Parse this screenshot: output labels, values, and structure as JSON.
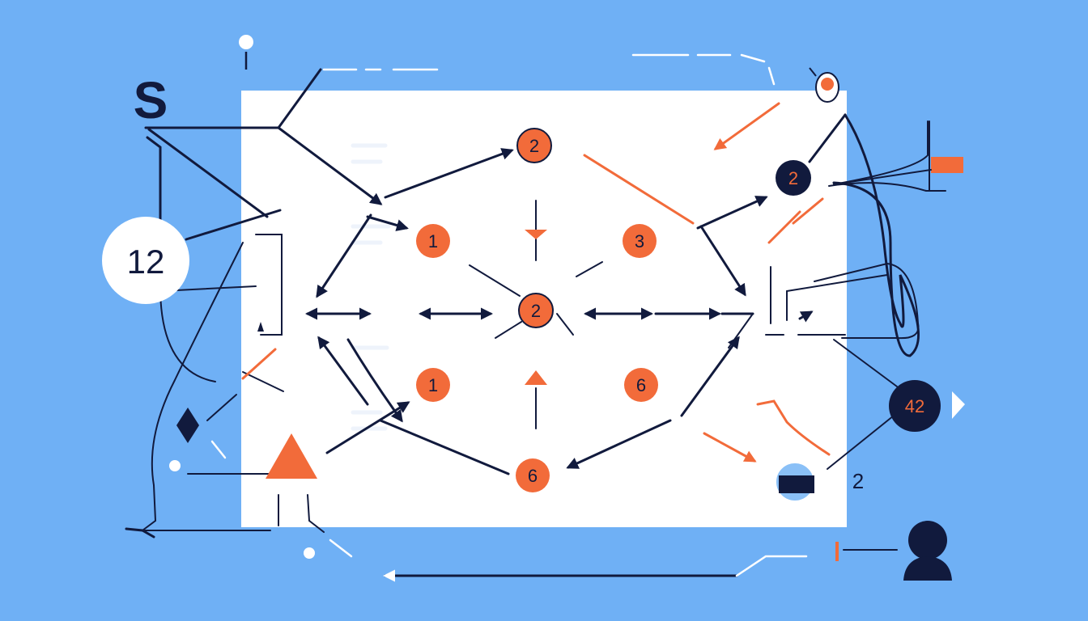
{
  "colors": {
    "background": "#6fb0f5",
    "panel": "#ffffff",
    "navy": "#111a3d",
    "orange": "#f26b3a"
  },
  "letter": "S",
  "badge_12": "12",
  "nodes": {
    "top_center": "2",
    "left_upper": "1",
    "right_upper": "3",
    "center": "2",
    "left_lower": "1",
    "right_lower": "6",
    "bottom": "6",
    "right_dark": "2",
    "far_right_dark": "42"
  },
  "side_label": "2",
  "icons": [
    "user-icon",
    "warning-triangle-icon",
    "diamond-icon",
    "pin-icon"
  ]
}
